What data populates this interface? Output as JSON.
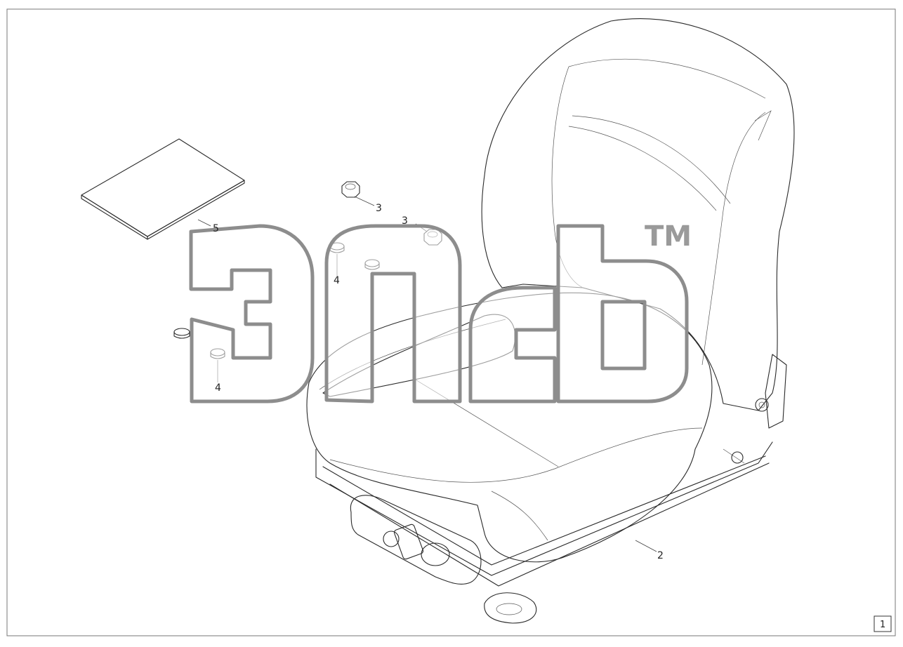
{
  "diagram": {
    "callouts": [
      {
        "id": "label-1",
        "text": "2"
      },
      {
        "id": "label-2",
        "text": "3"
      },
      {
        "id": "label-3",
        "text": "3"
      },
      {
        "id": "label-4",
        "text": "4"
      },
      {
        "id": "label-5",
        "text": "4"
      },
      {
        "id": "label-6",
        "text": "5"
      }
    ],
    "page_number": "1",
    "watermark_tm": "TM"
  }
}
